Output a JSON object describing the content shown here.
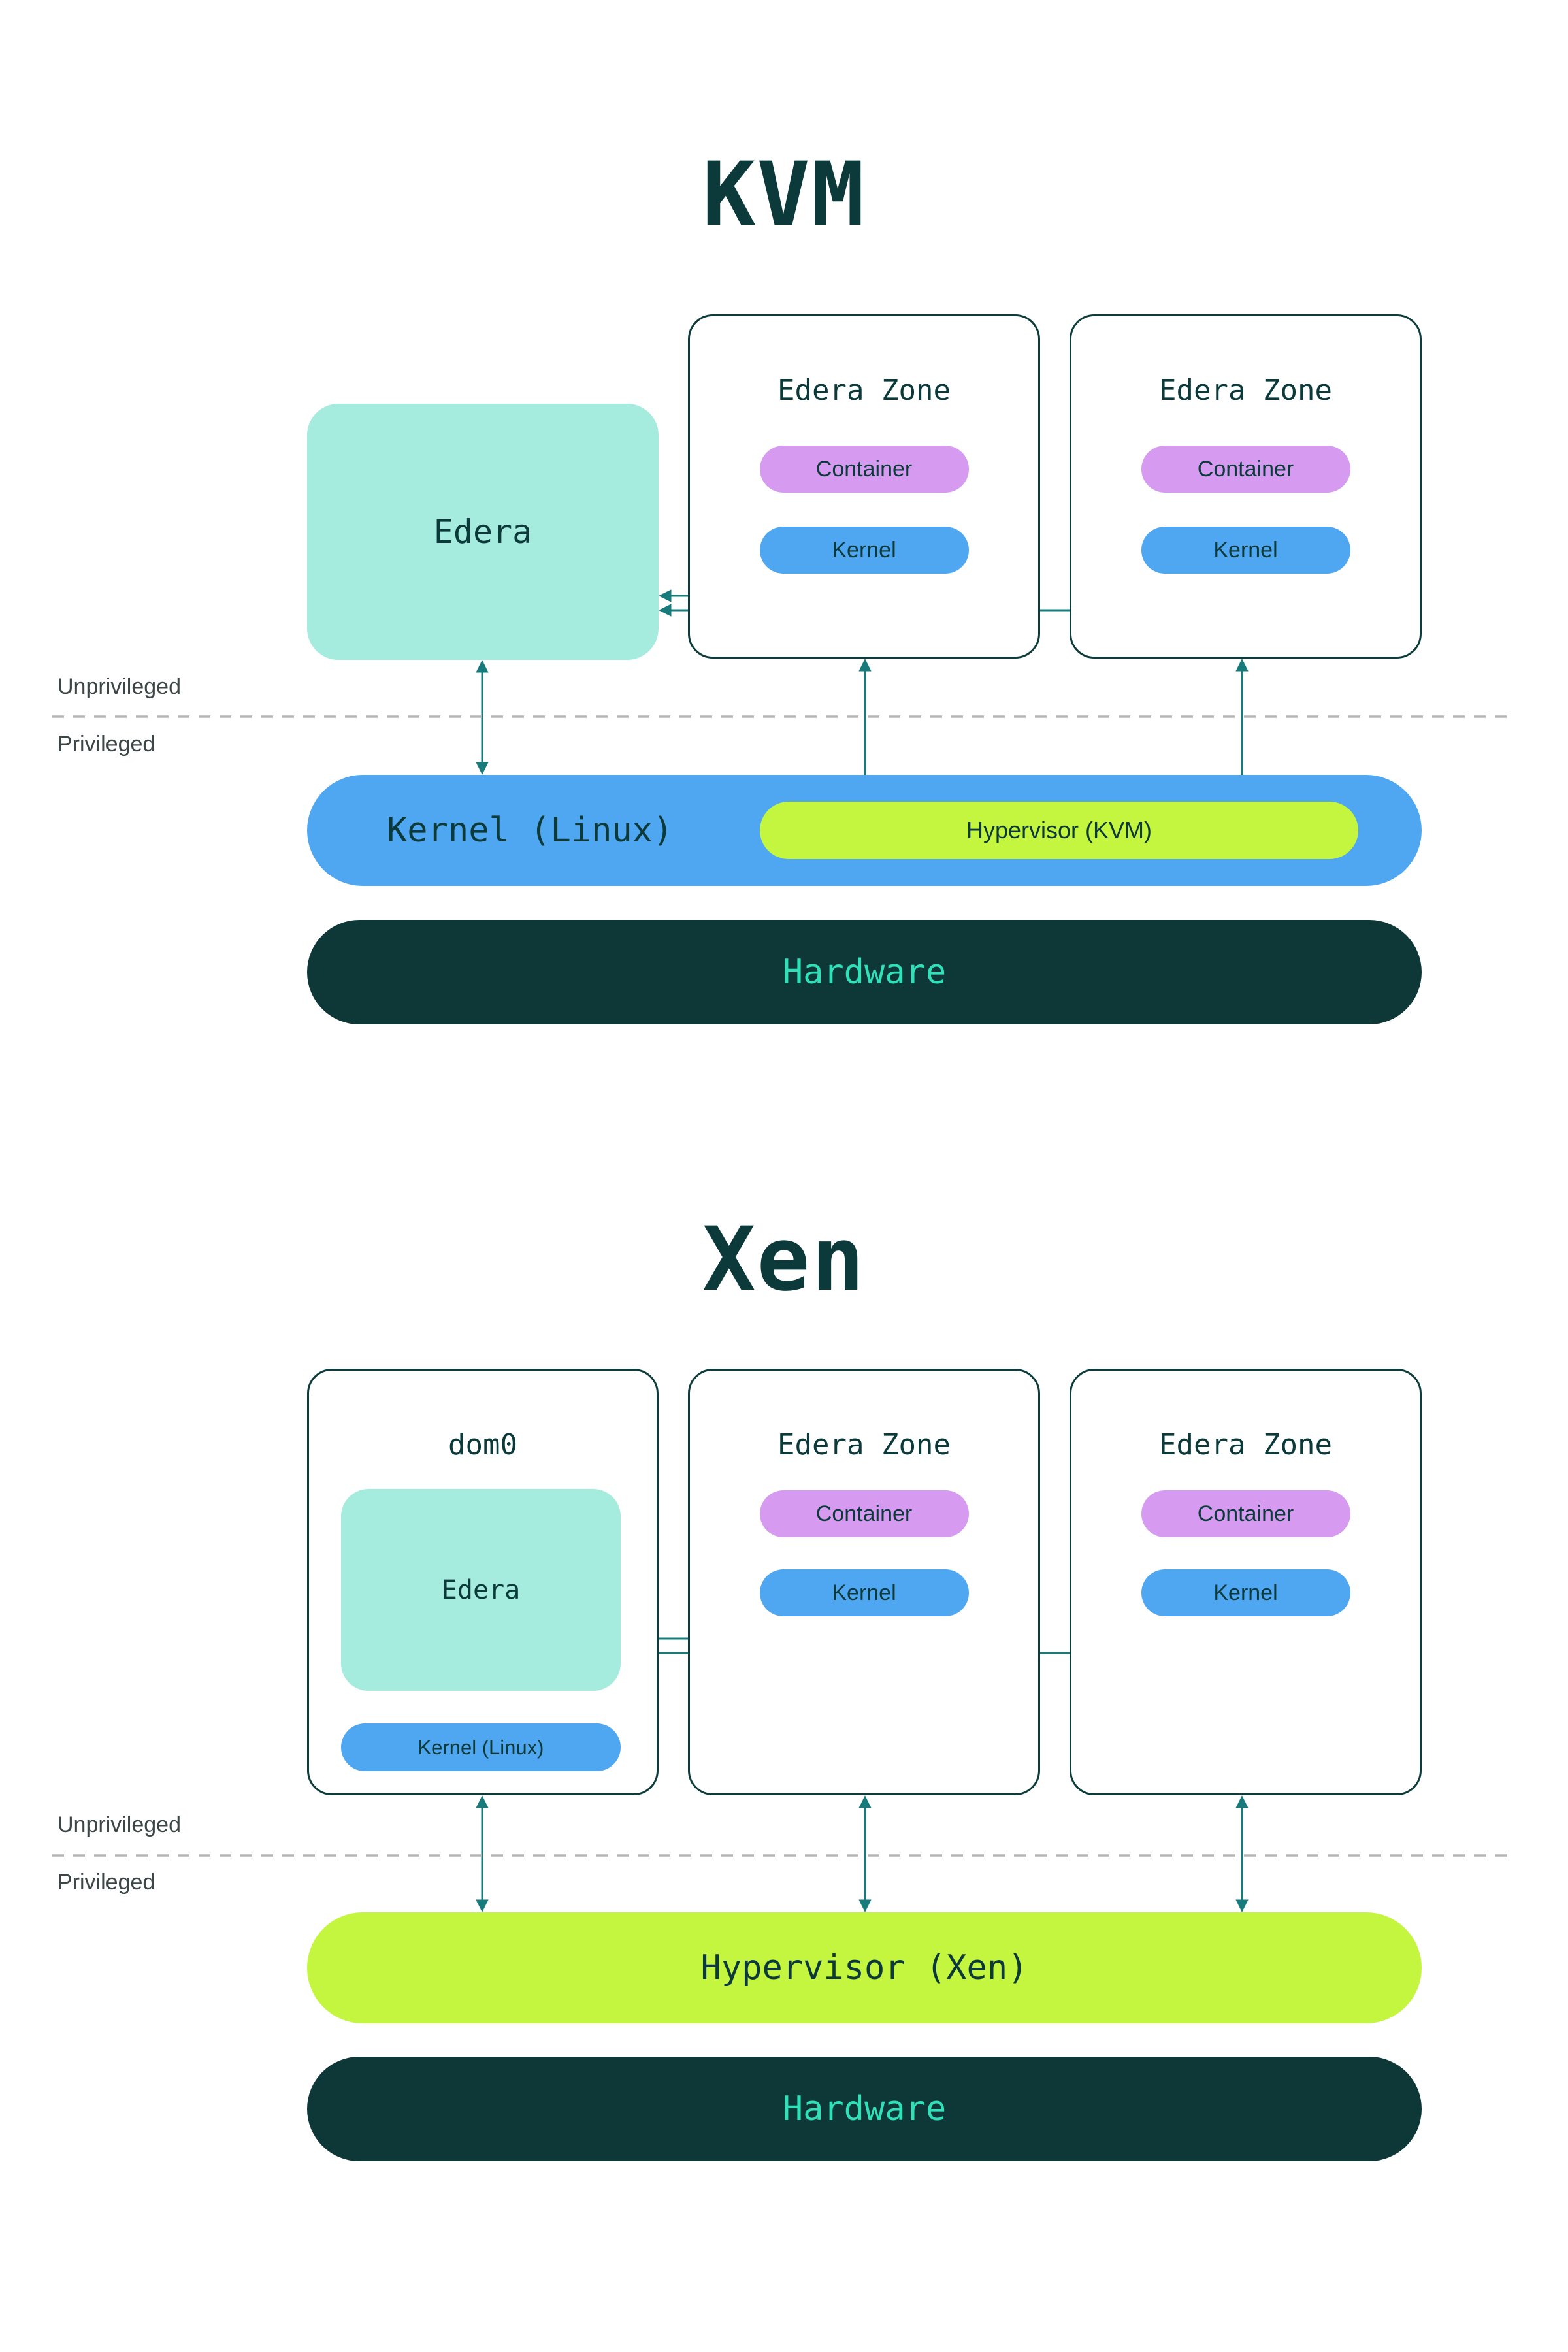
{
  "kvm": {
    "title": "KVM",
    "edera_label": "Edera",
    "zones": [
      {
        "title": "Edera Zone",
        "container_label": "Container",
        "kernel_label": "Kernel"
      },
      {
        "title": "Edera Zone",
        "container_label": "Container",
        "kernel_label": "Kernel"
      }
    ],
    "unprivileged_label": "Unprivileged",
    "privileged_label": "Privileged",
    "kernel_layer_label": "Kernel (Linux)",
    "hypervisor_label": "Hypervisor (KVM)",
    "hardware_label": "Hardware"
  },
  "xen": {
    "title": "Xen",
    "dom0": {
      "title": "dom0",
      "edera_label": "Edera",
      "kernel_label": "Kernel (Linux)"
    },
    "zones": [
      {
        "title": "Edera Zone",
        "container_label": "Container",
        "kernel_label": "Kernel"
      },
      {
        "title": "Edera Zone",
        "container_label": "Container",
        "kernel_label": "Kernel"
      }
    ],
    "unprivileged_label": "Unprivileged",
    "privileged_label": "Privileged",
    "hypervisor_label": "Hypervisor (Xen)",
    "hardware_label": "Hardware"
  },
  "colors": {
    "dark_teal": "#0C3A3A",
    "mint": "#A5EBDE",
    "blue": "#4EA7F0",
    "purple": "#D69BF0",
    "lime": "#C4F53F",
    "hardware_bg": "#0D3837",
    "hardware_text": "#31E0B9",
    "arrow": "#177B7B",
    "divider": "#B5B5B5",
    "label_gray": "#3C4646"
  }
}
